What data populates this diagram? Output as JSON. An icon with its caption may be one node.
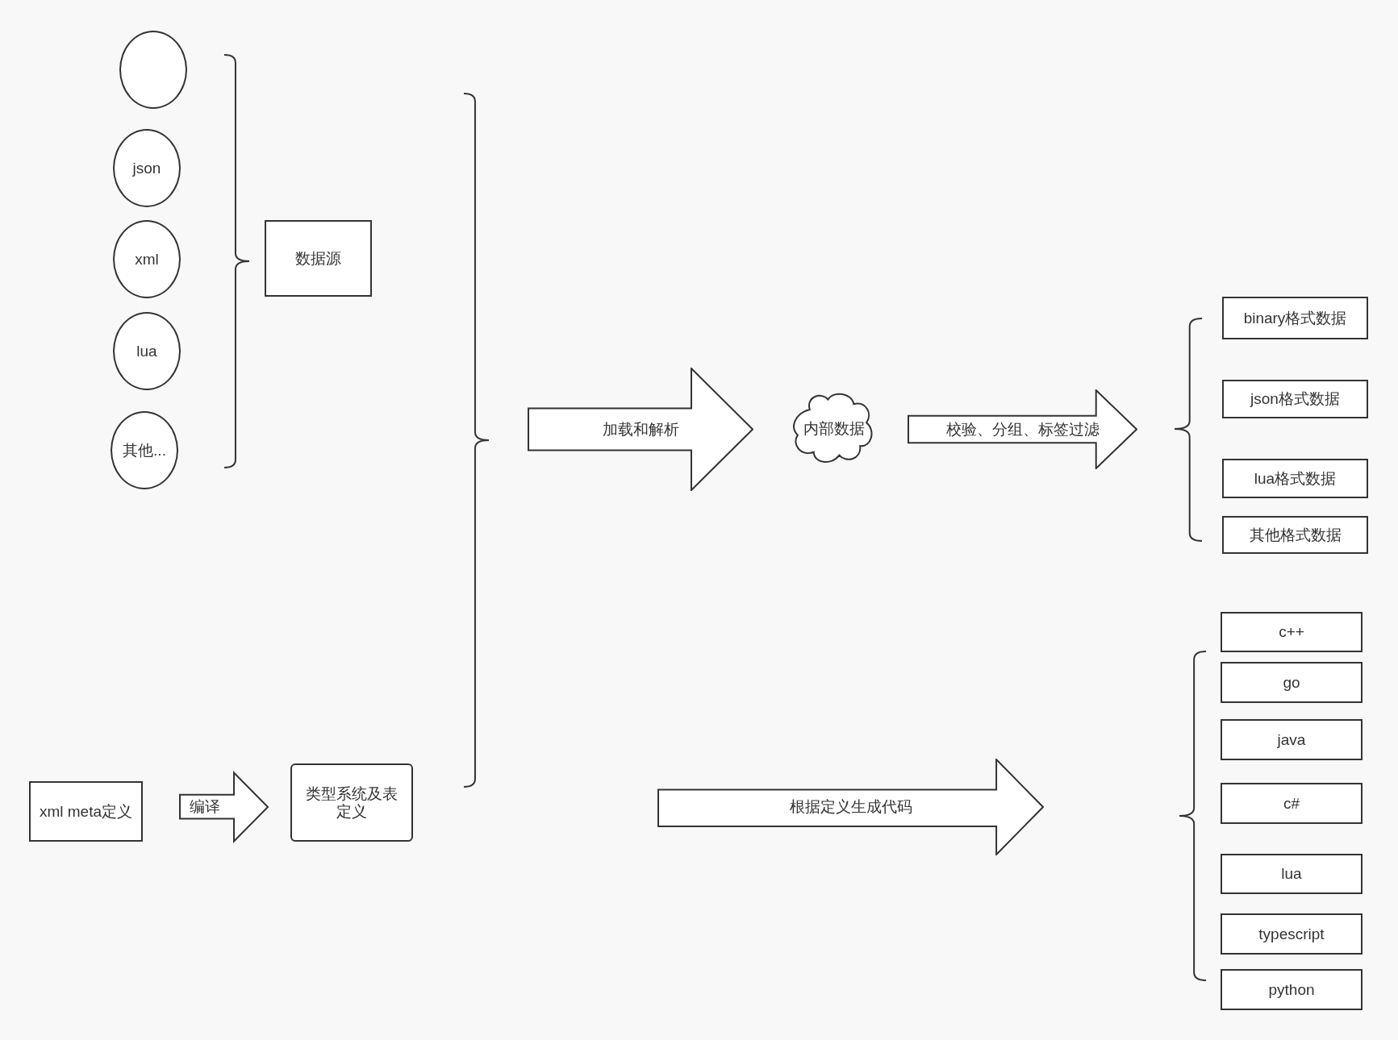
{
  "diagram": {
    "nodes": [
      {
        "text": [],
        "shape": "circle"
      },
      {
        "text": [
          "json"
        ]
      },
      {
        "text": [
          "xml"
        ]
      },
      {
        "text": [
          "lua"
        ]
      },
      {
        "text": [
          "其他..."
        ]
      },
      {
        "text": [
          "数据源"
        ]
      },
      {
        "text": [
          "加载和解析"
        ]
      },
      {
        "text": [
          "内部数据"
        ]
      },
      {
        "text": [
          "校验、分组、标签过滤"
        ]
      },
      {
        "text": [
          "binary格式数据"
        ]
      },
      {
        "text": [
          "json格式数据"
        ]
      },
      {
        "text": [
          "lua格式数据"
        ]
      },
      {
        "text": [
          "其他格式数据"
        ]
      },
      {
        "text": [
          "c++"
        ]
      },
      {
        "text": [
          "go"
        ]
      },
      {
        "text": [
          "java"
        ]
      },
      {
        "text": [
          "c#"
        ]
      },
      {
        "text": [
          "lua"
        ]
      },
      {
        "text": [
          "typescript"
        ]
      },
      {
        "text": [
          "python"
        ]
      },
      {
        "text": [
          "xml meta定义"
        ]
      },
      {
        "text": [
          "类型系统及表定义"
        ]
      },
      {
        "text": [
          "根据定义生成代码"
        ]
      }
    ],
    "edges": [
      {
        "from": 20,
        "to": 21,
        "arrow": "to",
        "label": "编译"
      }
    ]
  }
}
